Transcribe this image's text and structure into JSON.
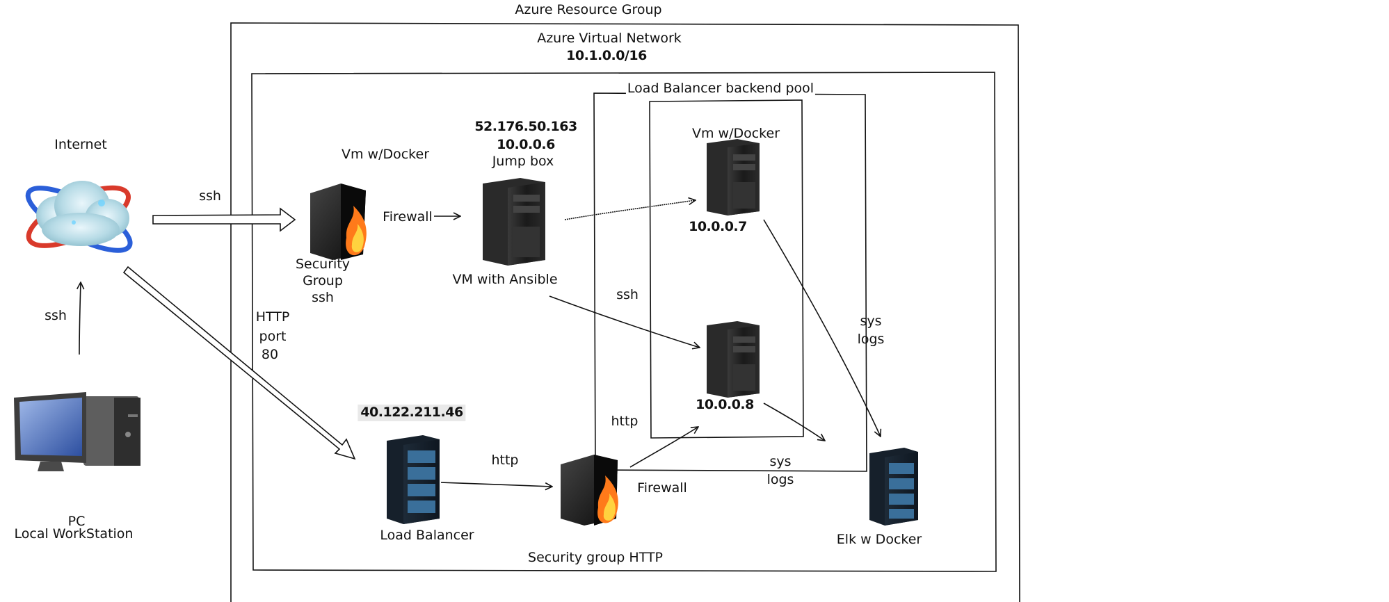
{
  "groups": {
    "resource_group": "Azure Resource Group",
    "virtual_network": "Azure Virtual Network",
    "vnet_cidr": "10.1.0.0/16",
    "backend_pool": "Load Balancer backend pool"
  },
  "nodes": {
    "internet": "Internet",
    "pc_line1": "PC",
    "pc_line2": "Local WorkStation",
    "sg_ssh_title": "Vm w/Docker",
    "sg_ssh_line1": "Security",
    "sg_ssh_line2": "Group",
    "sg_ssh_line3": "ssh",
    "jump_public_ip": "52.176.50.163",
    "jump_private_ip": "10.0.0.6",
    "jump_role": "Jump box",
    "jump_caption": "VM with Ansible",
    "vm1_title": "Vm w/Docker",
    "vm1_ip": "10.0.0.7",
    "vm2_ip": "10.0.0.8",
    "lb_ip": "40.122.211.46",
    "lb_caption": "Load Balancer",
    "sg_http_caption": "Security group HTTP",
    "elk_caption": "Elk w Docker"
  },
  "edges": {
    "pc_to_internet": "ssh",
    "internet_to_sg": "ssh",
    "sg_to_jump": "Firewall",
    "internet_to_lb_line1": "HTTP",
    "internet_to_lb_line2": "port",
    "internet_to_lb_line3": "80",
    "jump_to_vm2": "ssh",
    "lb_to_sg_http": "http",
    "sg_http_to_vm": "http",
    "sg_http_firewall": "Firewall",
    "syslogs_upper_1": "sys",
    "syslogs_upper_2": "logs",
    "syslogs_lower_1": "sys",
    "syslogs_lower_2": "logs"
  },
  "colors": {
    "line": "#111111",
    "server_dark": "#1c1c1c",
    "fire": "#ff7a1a",
    "rack_blue": "#3a6f9a",
    "orbit_red": "#d93a2b",
    "orbit_blue": "#2b5fd9"
  }
}
